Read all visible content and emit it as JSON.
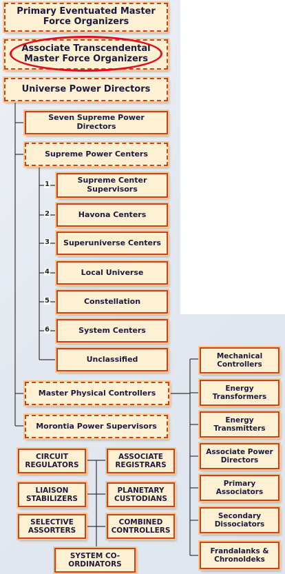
{
  "top": {
    "primary": "Primary Eventuated Master Force Organizers",
    "associate": "Associate Transcendental Master Force Organizers",
    "universe_directors": "Universe Power Directors"
  },
  "level2": {
    "seven_supreme": "Seven Supreme Power Directors",
    "supreme_centers": "Supreme Power Centers",
    "master_physical": "Master Physical Controllers",
    "morontia": "Morontia Power Supervisors"
  },
  "centers": [
    {
      "num": "1",
      "label": "Supreme Center Supervisors"
    },
    {
      "num": "2",
      "label": "Havona Centers"
    },
    {
      "num": "3",
      "label": "Superuniverse Centers"
    },
    {
      "num": "4",
      "label": "Local Universe"
    },
    {
      "num": "5",
      "label": "Constellation"
    },
    {
      "num": "6",
      "label": "System Centers"
    },
    {
      "num": "",
      "label": "Unclassified"
    }
  ],
  "controllers": [
    "Mechanical Controllers",
    "Energy Transformers",
    "Energy Transmitters",
    "Associate Power Directors",
    "Primary Associators",
    "Secondary Dissociators",
    "Frandalanks & Chronoldeks"
  ],
  "morontia_groups": {
    "circuit": "CIRCUIT REGULATORS",
    "associate_registrars": "ASSOCIATE REGISTRARS",
    "liaison": "LIAISON STABILIZERS",
    "planetary": "PLANETARY CUSTODIANS",
    "selective": "SELECTIVE ASSORTERS",
    "combined": "COMBINED CONTROLLERS",
    "system": "SYSTEM CO-ORDINATORS"
  },
  "highlight_color": "#e01020",
  "box_fill": "#fdf0d3",
  "box_border": "#c7421f"
}
